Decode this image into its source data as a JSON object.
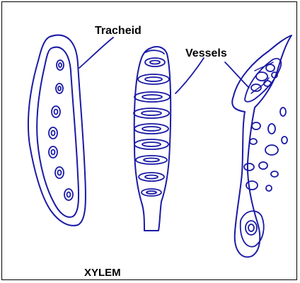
{
  "labels": {
    "tracheid": "Tracheid",
    "vessels": "Vessels",
    "title": "XYLEM"
  },
  "colors": {
    "stroke": "#1a1aa6",
    "label": "#000000",
    "border": "#000000",
    "background": "#ffffff"
  }
}
